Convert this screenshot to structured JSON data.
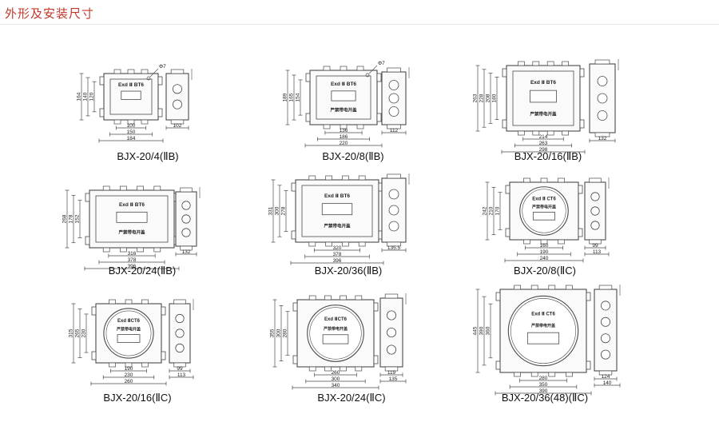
{
  "page": {
    "title": "外形及安装尺寸"
  },
  "colors": {
    "title": "#c0392b",
    "line": "#4a4a4a",
    "body_fill": "#fafafa"
  },
  "drawings": [
    {
      "model": "BJX-20/4(ⅡB)",
      "shape": "rect",
      "label": "Exd Ⅱ BT6",
      "sign": "",
      "hole": "Φ7",
      "widths": [
        "100",
        "150",
        "184"
      ],
      "heights": [
        "164",
        "140",
        "120"
      ],
      "side_widths": [
        "102"
      ]
    },
    {
      "model": "BJX-20/8(ⅡB)",
      "shape": "rect",
      "label": "Exd Ⅱ BT6",
      "sign": "严禁带电开盖",
      "hole": "Φ7",
      "widths": [
        "136",
        "186",
        "220"
      ],
      "heights": [
        "189",
        "165",
        "154"
      ],
      "side_widths": [
        "112"
      ]
    },
    {
      "model": "BJX-20/16(ⅡB)",
      "shape": "rect",
      "label": "Exd Ⅱ BT6",
      "sign": "严禁带电开盖",
      "hole": "",
      "widths": [
        "214",
        "263",
        "298"
      ],
      "heights": [
        "263",
        "228",
        "208",
        "180"
      ],
      "side_widths": [
        "132"
      ]
    },
    {
      "model": "BJX-20/24(ⅡB)",
      "shape": "rect",
      "label": "Exd Ⅱ BT6",
      "sign": "严禁带电开盖",
      "hole": "",
      "widths": [
        "316",
        "378",
        "396"
      ],
      "heights": [
        "268",
        "178",
        "152"
      ],
      "side_widths": [
        "132"
      ]
    },
    {
      "model": "BJX-20/36(ⅡB)",
      "shape": "rect",
      "label": "Exd Ⅱ BT6",
      "sign": "严禁带电开盖",
      "hole": "",
      "widths": [
        "320",
        "378",
        "396"
      ],
      "heights": [
        "331",
        "300",
        "278"
      ],
      "side_widths": [
        "135.5"
      ]
    },
    {
      "model": "BJX-20/8(ⅡC)",
      "shape": "circle",
      "label": "Exd Ⅱ CT6",
      "sign": "严禁带电开盖",
      "hole": "",
      "widths": [
        "160",
        "190",
        "240"
      ],
      "heights": [
        "242",
        "210",
        "170"
      ],
      "side_widths": [
        "99",
        "113"
      ]
    },
    {
      "model": "BJX-20/16(ⅡC)",
      "shape": "circle",
      "label": "Exd ⅡCT6",
      "sign": "严禁带电开盖",
      "hole": "",
      "widths": [
        "190",
        "230",
        "260"
      ],
      "heights": [
        "315",
        "265",
        "230"
      ],
      "side_widths": [
        "99",
        "113"
      ]
    },
    {
      "model": "BJX-20/24(ⅡC)",
      "shape": "circle",
      "label": "Exd ⅡCT6",
      "sign": "严禁带电开盖",
      "hole": "",
      "widths": [
        "260",
        "300",
        "340"
      ],
      "heights": [
        "355",
        "300",
        "280"
      ],
      "side_widths": [
        "119",
        "135"
      ]
    },
    {
      "model": "BJX-20/36(48)(ⅡC)",
      "shape": "circle",
      "label": "Exd Ⅱ CT6",
      "sign": "严禁带电开盖",
      "hole": "",
      "widths": [
        "280",
        "350",
        "390"
      ],
      "heights": [
        "445",
        "390",
        "360"
      ],
      "side_widths": [
        "124",
        "140"
      ]
    }
  ]
}
